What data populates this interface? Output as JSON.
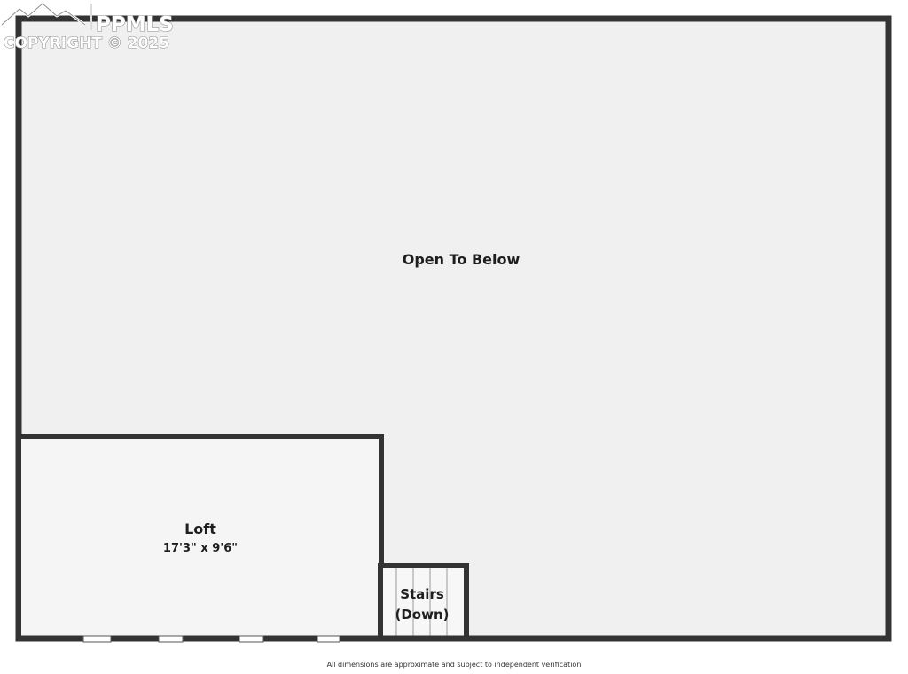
{
  "watermark": {
    "brand": "PPMLS",
    "copyright": "COPYRIGHT © 2025"
  },
  "rooms": {
    "open_to_below": {
      "label": "Open To Below"
    },
    "loft": {
      "label": "Loft",
      "dimensions": "17'3\" x 9'6\""
    },
    "stairs": {
      "label_line1": "Stairs",
      "label_line2": "(Down)"
    }
  },
  "disclaimer": "All dimensions are approximate and subject to independent verification",
  "colors": {
    "wall": "#333333",
    "open_area_fill": "#f0f0f0",
    "room_fill": "#f5f5f5",
    "stairs_fill": "#f7f7f7"
  }
}
